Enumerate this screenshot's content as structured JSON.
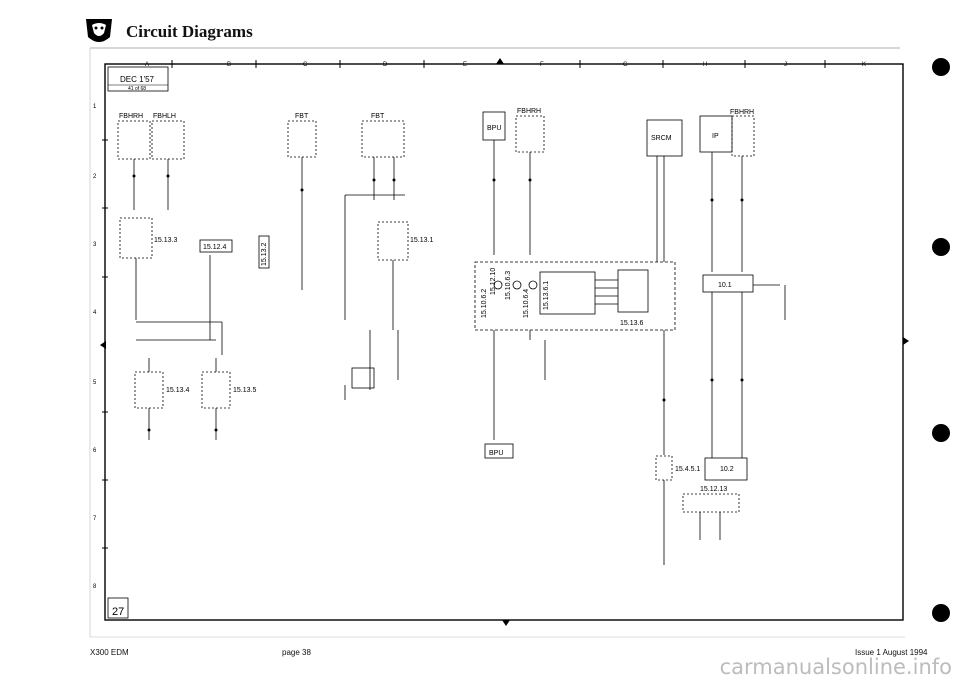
{
  "header": {
    "title": "Circuit Diagrams"
  },
  "sheet": {
    "columns": [
      "A",
      "B",
      "C",
      "D",
      "E",
      "F",
      "G",
      "H",
      "J",
      "K"
    ],
    "rows": [
      "1",
      "2",
      "3",
      "4",
      "5",
      "6",
      "7",
      "8"
    ],
    "title_block": {
      "label_top": "DEC 1'57",
      "label_sheet": "41  of  68"
    },
    "page_box": "27"
  },
  "components": {
    "fbhrh_left": "FBHRH",
    "fbhlh": "FBHLH",
    "fbt_1": "FBT",
    "fbt_2": "FBT",
    "fbhrh_mid": "FBHRH",
    "fbhrh_right": "FBHRH",
    "bpu_top": "BPU",
    "bpu_bottom": "BPU",
    "srcm": "SRCM",
    "ip": "IP",
    "ref_15_13_3": "15.13.3",
    "ref_15_12_4": "15.12.4",
    "ref_15_13_2": "15.13.2",
    "ref_15_13_1": "15.13.1",
    "ref_15_13_4": "15.13.4",
    "ref_15_13_5": "15.13.5",
    "ref_15_12_10": "15.12.10",
    "ref_15_10_6_2": "15.10.6.2",
    "ref_15_10_6_3": "15.10.6.3",
    "ref_15_10_6_4": "15.10.6.4",
    "ref_15_13_6_1": "15.13.6.1",
    "ref_15_13_6": "15.13.6",
    "ref_15_4_5_1": "15.4.5.1",
    "ref_10_1": "10.1",
    "ref_10_2": "10.2",
    "ref_15_12_13": "15.12.13"
  },
  "footer": {
    "left": "X300 EDM",
    "center": "page 38",
    "right": "Issue 1 August 1994"
  },
  "watermark": "carmanualsonline.info"
}
